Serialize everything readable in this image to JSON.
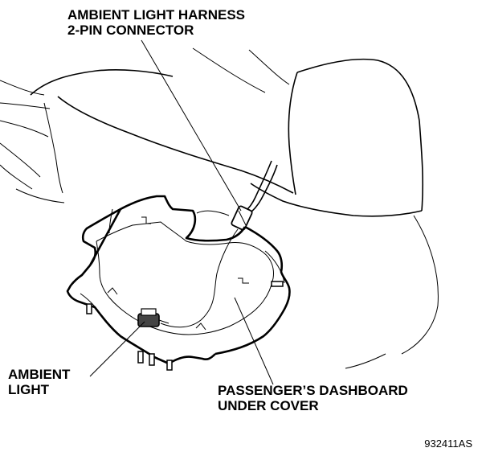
{
  "labels": {
    "connector": {
      "line1": "AMBIENT LIGHT HARNESS",
      "line2": "2-PIN CONNECTOR"
    },
    "ambient_light": {
      "line1": "AMBIENT",
      "line2": "LIGHT"
    },
    "under_cover": {
      "line1": "PASSENGER’S DASHBOARD",
      "line2": "UNDER COVER"
    }
  },
  "figure_code": "932411AS"
}
